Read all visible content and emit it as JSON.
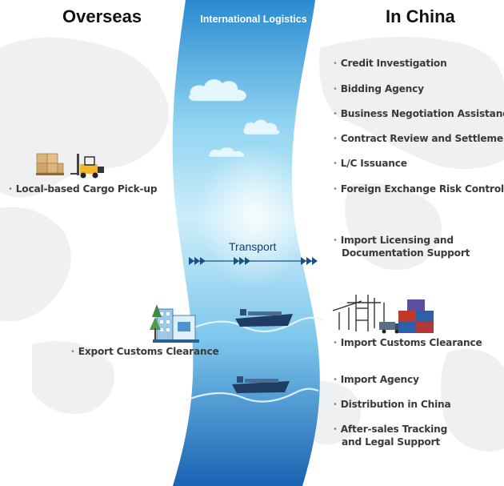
{
  "headings": {
    "overseas": "Overseas",
    "band": "International Logistics",
    "china": "In China"
  },
  "overseas_services": [
    "Local-based Cargo Pick-up",
    "Export Customs Clearance"
  ],
  "china_services": [
    "Credit Investigation",
    "Bidding Agency",
    "Business Negotiation Assistance",
    "Contract Review and Settlement",
    "L/C Issuance",
    "Foreign Exchange Risk Control"
  ],
  "licensing": {
    "line1": "Import Licensing and",
    "line2": "Documentation Support"
  },
  "import_customs": "Import Customs Clearance",
  "import_agency": "Import Agency",
  "distribution": "Distribution in China",
  "after_sales": {
    "line1": "After-sales Tracking",
    "line2": "and Legal Support"
  },
  "transport_label": "Transport",
  "colors": {
    "band_top": "#2c8fd4",
    "band_mid": "#bfe8f8",
    "band_bottom": "#1a63b3",
    "arrow": "#1d4f85",
    "map": "#eceff1"
  },
  "icons": [
    "cargo-boxes-icon",
    "forklift-icon",
    "customs-building-icon",
    "port-crane-icon",
    "container-stack-icon",
    "cargo-ship-icon",
    "cloud-icon"
  ]
}
